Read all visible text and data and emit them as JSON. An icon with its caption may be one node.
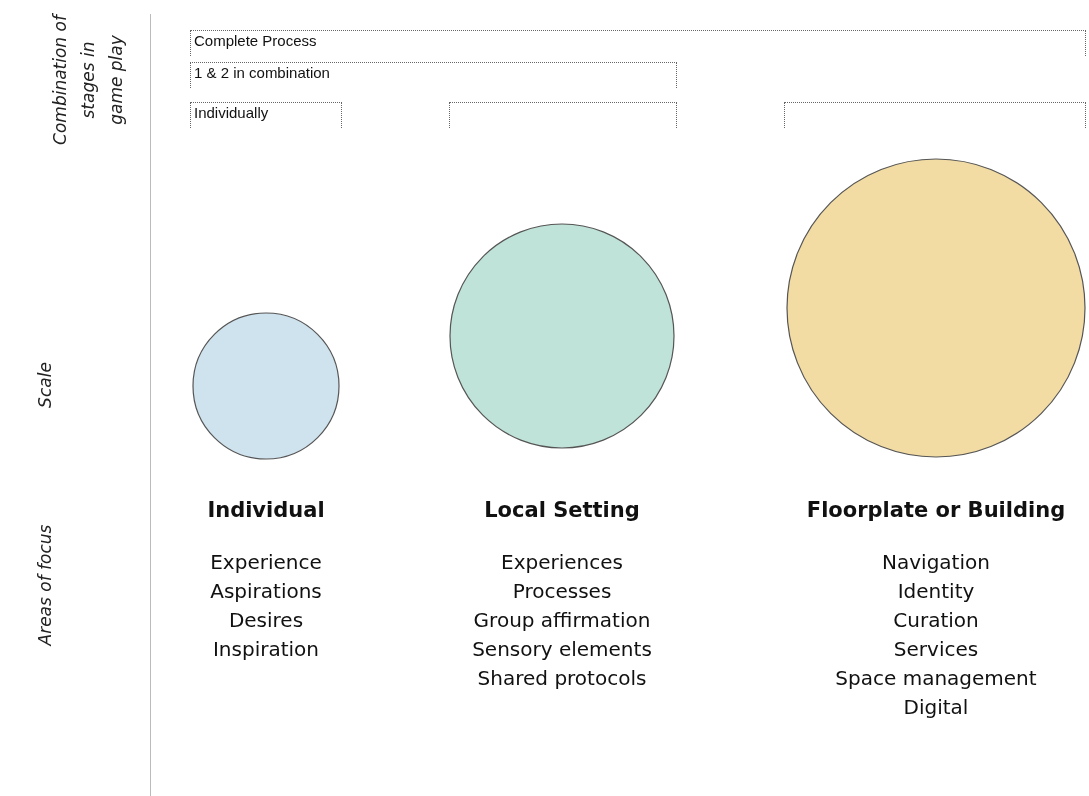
{
  "diagram": {
    "nodes": [
      {
        "text": [
          "Complete Process"
        ]
      },
      {
        "text": [
          "1 & 2 in combination"
        ]
      },
      {
        "text": [
          "Individually"
        ]
      },
      {
        "text": [],
        "shape": "bracket"
      },
      {
        "text": [],
        "shape": "bracket"
      },
      {
        "text": [],
        "shape": "circle",
        "beside": [
          "Individual",
          "Experience",
          "Aspirations",
          "Desires",
          "Inspiration"
        ]
      },
      {
        "text": [],
        "shape": "circle",
        "beside": [
          "Local Setting",
          "Experiences",
          "Processes",
          "Group affirmation",
          "Sensory elements",
          "Shared protocols"
        ]
      },
      {
        "text": [],
        "shape": "circle",
        "beside": [
          "Floorplate or Building",
          "Navigation",
          "Identity",
          "Curation",
          "Services",
          "Space management",
          "Digital"
        ]
      }
    ],
    "labels": [
      "Combination of stages in game play",
      "Scale",
      "Areas of focus"
    ]
  }
}
